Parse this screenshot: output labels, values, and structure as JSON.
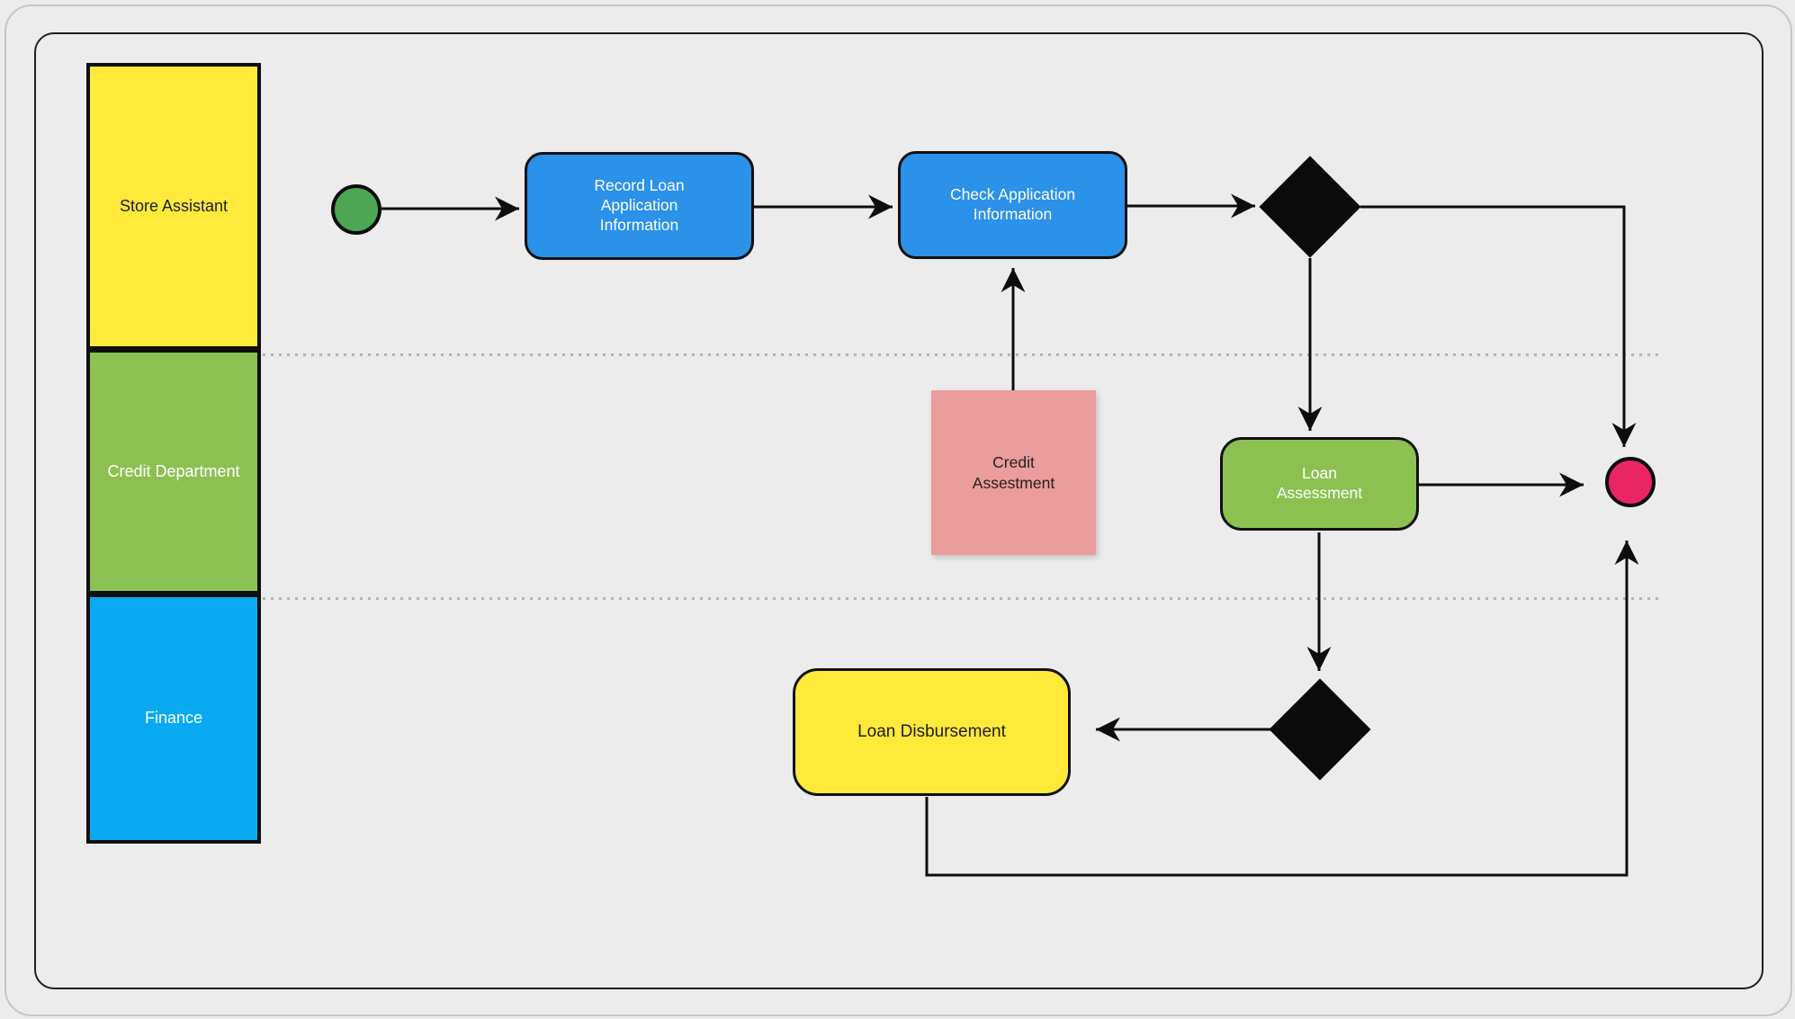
{
  "diagram": {
    "type": "bpmn-swimlane-flowchart",
    "lanes": [
      {
        "label": "Store Assistant",
        "color": "#ffe93b",
        "text_color": "#1d1d1d"
      },
      {
        "label": "Credit Department",
        "color": "#8cc152",
        "text_color": "#ffffff"
      },
      {
        "label": "Finance",
        "color": "#09a9f1",
        "text_color": "#ffffff"
      }
    ],
    "nodes": {
      "start": {
        "type": "start-event",
        "color": "#4ca653"
      },
      "record": {
        "type": "task",
        "label": "Record Loan Application Information",
        "color": "#2b91e9"
      },
      "check": {
        "type": "task",
        "label": "Check Application Information",
        "color": "#2b91e9"
      },
      "gateway1": {
        "type": "exclusive-gateway",
        "color": "#0b0b0b"
      },
      "credit_note": {
        "type": "note",
        "label": "Credit Assestment",
        "color": "#eb9c9c"
      },
      "loan_assessment": {
        "type": "task",
        "label": "Loan Assessment",
        "color": "#8cc152"
      },
      "gateway2": {
        "type": "exclusive-gateway",
        "color": "#0b0b0b"
      },
      "loan_disbursement": {
        "type": "task",
        "label": "Loan Disbursement",
        "color": "#ffe93b"
      },
      "end": {
        "type": "end-event",
        "color": "#e92563"
      }
    },
    "flows": [
      "start -> record",
      "record -> check",
      "check -> gateway1",
      "gateway1 -> end",
      "gateway1 -> loan_assessment",
      "credit_note -> check",
      "loan_assessment -> end",
      "loan_assessment -> gateway2",
      "gateway2 -> loan_disbursement",
      "loan_disbursement -> end"
    ]
  }
}
